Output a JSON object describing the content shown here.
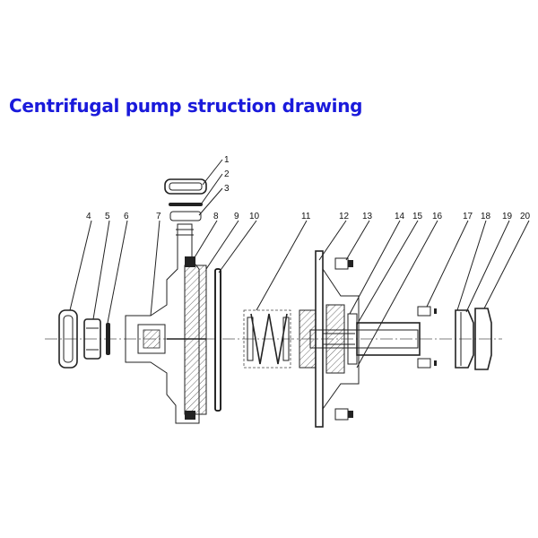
{
  "title": "Centrifugal pump struction drawing",
  "title_color": "#1a1adb",
  "callouts": [
    "1",
    "2",
    "3",
    "4",
    "5",
    "6",
    "7",
    "8",
    "9",
    "10",
    "11",
    "12",
    "13",
    "14",
    "15",
    "16",
    "17",
    "18",
    "19",
    "20"
  ]
}
